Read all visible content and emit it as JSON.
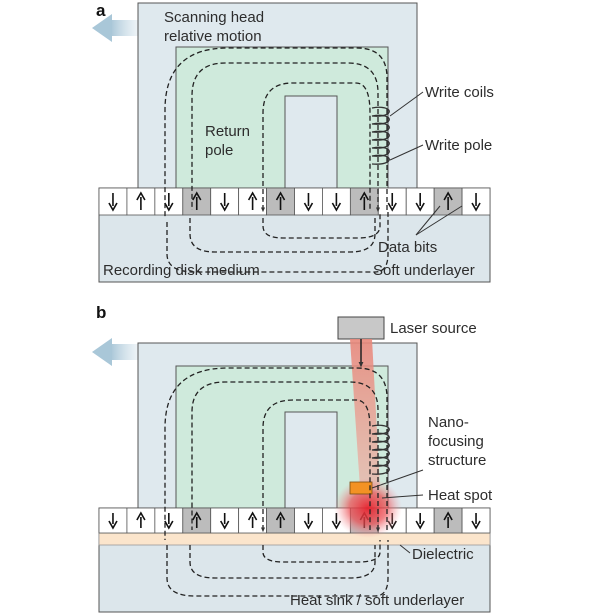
{
  "panel_a": {
    "letter": "a",
    "labels": {
      "motion": [
        "Scanning head",
        "relative motion"
      ],
      "return_pole": [
        "Return",
        "pole"
      ],
      "write_coils": "Write coils",
      "write_pole": "Write pole",
      "data_bits": "Data bits",
      "medium": "Recording disk medium",
      "underlayer": "Soft underlayer"
    }
  },
  "panel_b": {
    "letter": "b",
    "labels": {
      "laser": "Laser source",
      "nano": [
        "Nano-",
        "focusing",
        "structure"
      ],
      "heat_spot": "Heat spot",
      "dielectric": "Dielectric",
      "heat_sink": "Heat sink / soft underlayer"
    }
  },
  "bits": [
    "down",
    "up",
    "down",
    "up",
    "down",
    "up",
    "up",
    "down",
    "down",
    "up",
    "down",
    "down",
    "up",
    "down"
  ],
  "colors": {
    "head": "#dfe9ee",
    "green": "#cfeadc",
    "disk": "#dce6eb",
    "dark_bit": "#bcbcbc",
    "dielectric": "#fbe5cc",
    "laser": "#e8877a",
    "heat": "#e8202c",
    "orange": "#f39224",
    "arrow": "#a9c7d8"
  }
}
